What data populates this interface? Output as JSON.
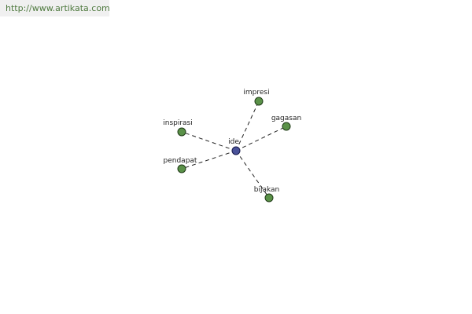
{
  "header": {
    "url": "http://www.artikata.com"
  },
  "graph": {
    "center": {
      "id": "ide",
      "label": "ide"
    },
    "related": [
      {
        "id": "impresi",
        "label": "impresi"
      },
      {
        "id": "gagasan",
        "label": "gagasan"
      },
      {
        "id": "inspirasi",
        "label": "inspirasi"
      },
      {
        "id": "pendapat",
        "label": "pendapat"
      },
      {
        "id": "bijakan",
        "label": "bijakan"
      }
    ],
    "colors": {
      "center_node": "#4a5299",
      "related_node": "#5a9148",
      "url_text": "#4f7a3f"
    }
  }
}
